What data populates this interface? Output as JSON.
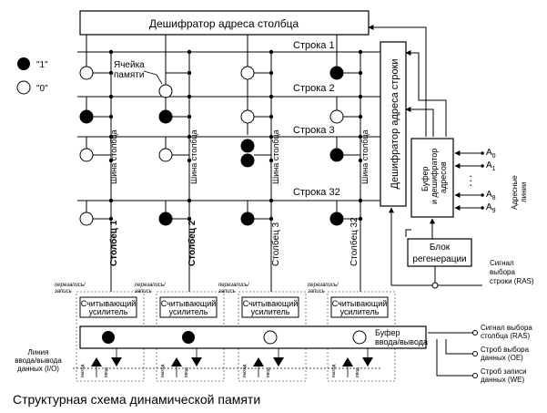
{
  "column_decoder": "Дешифратор адреса столбца",
  "row_decoder": "Дешифратор адреса строки",
  "buffer": [
    "Буфер",
    "и дешифратор",
    "адресов"
  ],
  "regen": [
    "Блок",
    "регенерации"
  ],
  "legend": {
    "one": "\"1\"",
    "zero": "\"0\""
  },
  "cell_label": [
    "Ячейка",
    "памяти"
  ],
  "rows": [
    "Строка 1",
    "Строка 2",
    "Строка 3",
    "Строка 32"
  ],
  "columns": [
    "Столбец 1",
    "Столбец 2",
    "Столбец 3",
    "Столбец 32"
  ],
  "column_bus": "Шина столбца",
  "sense_amp": [
    "Считывающий",
    "усилитель"
  ],
  "rw": [
    "перезапись/",
    "запись"
  ],
  "io_buffer": [
    "Буфер",
    "ввода/вывода"
  ],
  "io_line": [
    "Линия",
    "ввода/вывода",
    "данных (I/O)"
  ],
  "addr": {
    "items": [
      {
        "base": "A",
        "sub": "0"
      },
      {
        "base": "A",
        "sub": "1"
      },
      {
        "base": "A",
        "sub": "8"
      },
      {
        "base": "A",
        "sub": "9"
      }
    ],
    "dots": ".",
    "label": [
      "Адресные",
      "линии"
    ]
  },
  "signals": {
    "ras": [
      "Сигнал",
      "выбора",
      "строки (RAS)"
    ],
    "cas": [
      "Сигнал выбора",
      "столбца (RAS)"
    ],
    "oe": [
      "Строб выбора",
      "данных (OE)"
    ],
    "we": [
      "Строб записи",
      "данных (WE)"
    ]
  },
  "io_small": [
    "выход",
    "ввод"
  ],
  "caption": "Структурная схема динамической памяти"
}
